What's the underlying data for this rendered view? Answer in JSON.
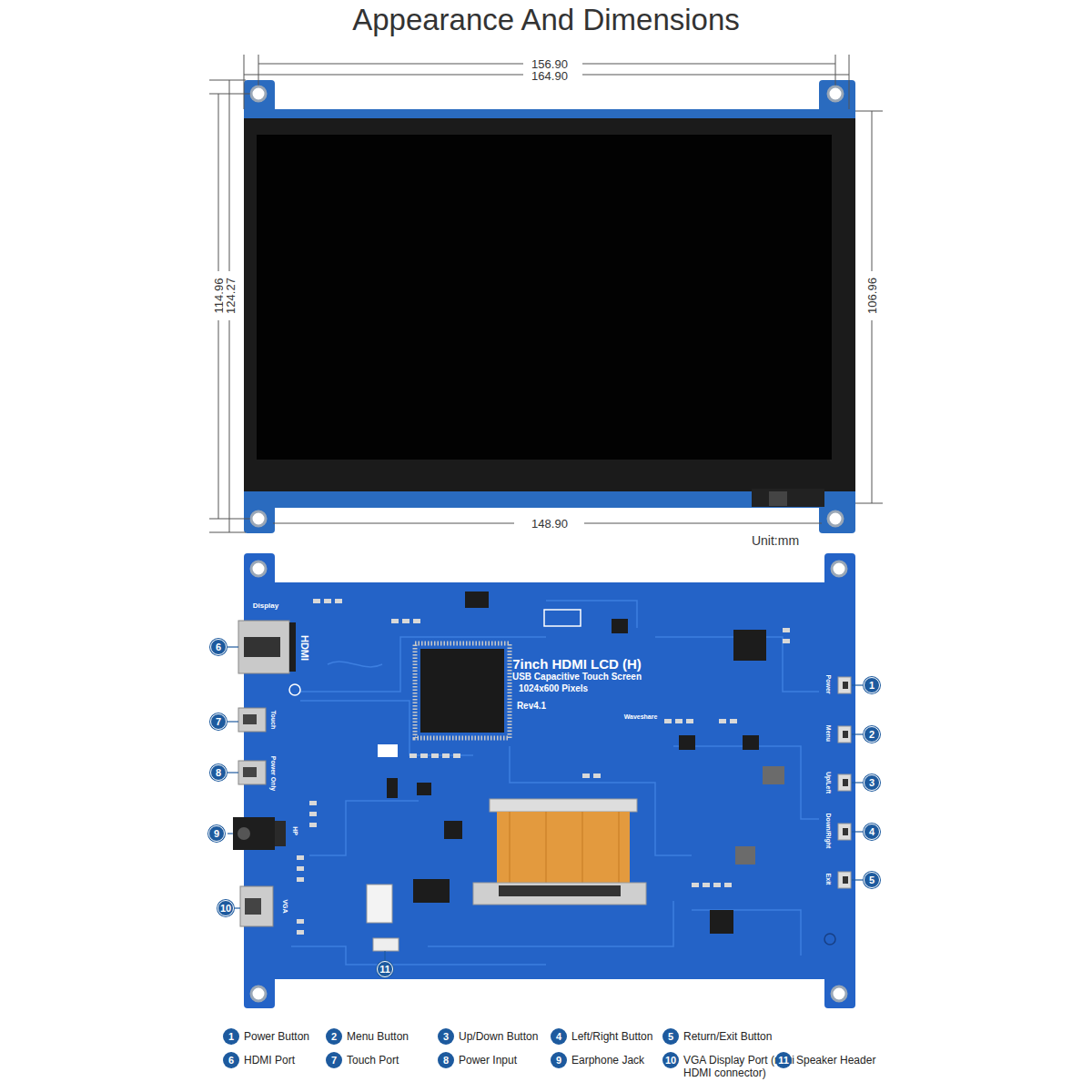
{
  "diagram": {
    "title": "Appearance And Dimensions",
    "nodes": [
      {
        "text": [
          "1"
        ]
      },
      {
        "text": [
          "2"
        ]
      },
      {
        "text": [
          "3"
        ]
      },
      {
        "text": [
          "4"
        ]
      },
      {
        "text": [
          "5"
        ]
      },
      {
        "text": [
          "6"
        ]
      },
      {
        "text": [
          "7"
        ]
      },
      {
        "text": [
          "8"
        ]
      },
      {
        "text": [
          "9"
        ]
      },
      {
        "text": [
          "10"
        ]
      },
      {
        "text": [
          "11"
        ]
      },
      {
        "text": [
          "1",
          "Power Button"
        ]
      },
      {
        "text": [
          "2",
          "Menu Button"
        ]
      },
      {
        "text": [
          "3",
          "Up/Down Button"
        ]
      },
      {
        "text": [
          "4",
          "Left/Right Button"
        ]
      },
      {
        "text": [
          "5",
          "Return/Exit Button"
        ]
      },
      {
        "text": [
          "6",
          "HDMI Port"
        ]
      },
      {
        "text": [
          "7",
          "Touch Port"
        ]
      },
      {
        "text": [
          "8",
          "Power Input"
        ]
      },
      {
        "text": [
          "9",
          "Earphone Jack"
        ]
      },
      {
        "text": [
          "10",
          "VGA Display Port (mini HDMI connector)"
        ]
      },
      {
        "text": [
          "11",
          "Speaker Header"
        ]
      }
    ],
    "labels": [
      "156.90",
      "164.90",
      "114.96",
      "124.27",
      "106.96",
      "148.90",
      "Unit:mm",
      "Display",
      "HDMI",
      "Touch",
      "Power Only",
      "HP",
      "VGA",
      "7inch HDMI LCD (H)",
      "USB Capacitive Touch Screen",
      "1024x600 Pixels",
      "Rev4.1",
      "Waveshare",
      "Power",
      "Menu",
      "Up/Left",
      "Down/Right",
      "Exit"
    ]
  }
}
